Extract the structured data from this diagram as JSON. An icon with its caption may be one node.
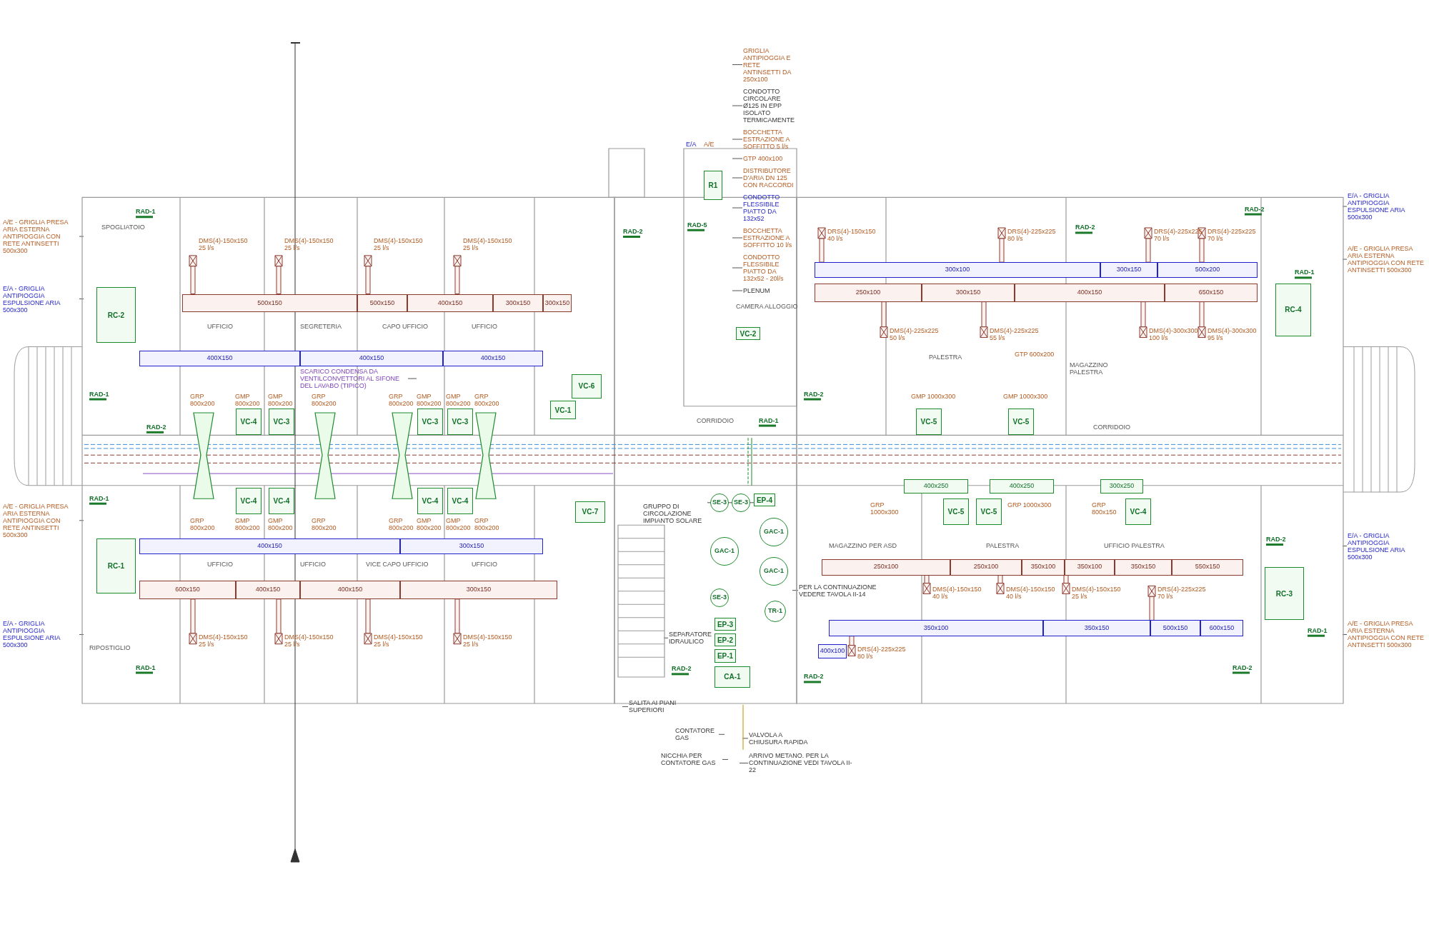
{
  "diagram": {
    "nodes": [
      {
        "text": [
          "RC-2"
        ]
      },
      {
        "text": [
          "RC-1"
        ]
      },
      {
        "text": [
          "VC-4"
        ]
      },
      {
        "text": [
          "VC-3"
        ]
      },
      {
        "text": [
          "VC-4"
        ]
      },
      {
        "text": [
          "VC-4"
        ]
      },
      {
        "text": [
          "VC-3"
        ]
      },
      {
        "text": [
          "VC-3"
        ]
      },
      {
        "text": [
          "VC-4"
        ]
      },
      {
        "text": [
          "VC-4"
        ]
      },
      {
        "text": [
          "VC-6"
        ]
      },
      {
        "text": [
          "VC-1"
        ]
      },
      {
        "text": [
          "VC-7"
        ]
      },
      {
        "text": [
          "R1"
        ]
      },
      {
        "text": [
          "VC-2"
        ]
      },
      {
        "text": [
          "RC-4"
        ]
      },
      {
        "text": [
          "RC-3"
        ]
      },
      {
        "text": [
          "VC-5"
        ]
      },
      {
        "text": [
          "VC-5"
        ]
      },
      {
        "text": [
          "VC-5"
        ]
      },
      {
        "text": [
          "VC-5"
        ]
      },
      {
        "text": [
          "VC-4"
        ]
      },
      {
        "text": [
          "GAC-1"
        ]
      },
      {
        "text": [
          "GAC-1"
        ]
      },
      {
        "text": [
          "GAC-1"
        ]
      },
      {
        "text": [
          "SE-3"
        ]
      },
      {
        "text": [
          "SE-3"
        ]
      },
      {
        "text": [
          "SE-3"
        ]
      },
      {
        "text": [
          "EP-4"
        ]
      },
      {
        "text": [
          "EP-3"
        ]
      },
      {
        "text": [
          "EP-2"
        ]
      },
      {
        "text": [
          "EP-1"
        ]
      },
      {
        "text": [
          "CA-1"
        ]
      },
      {
        "text": [
          "TR-1"
        ]
      },
      {
        "text": [
          "GRIGLIA ANTIPIOGGIA E RETE ANTINSETTI DA 250x100"
        ]
      },
      {
        "text": [
          "CONDOTTO CIRCOLARE Ø125 IN EPP ISOLATO TERMICAMENTE"
        ]
      },
      {
        "text": [
          "BOCCHETTA ESTRAZIONE A SOFFITTO 5 l/s"
        ]
      },
      {
        "text": [
          "GTP 400x100"
        ]
      },
      {
        "text": [
          "DISTRIBUTORE D'ARIA DN 125 CON RACCORDI"
        ]
      },
      {
        "text": [
          "CONDOTTO FLESSIBILE PIATTO DA 132x52"
        ]
      },
      {
        "text": [
          "BOCCHETTA ESTRAZIONE A SOFFITTO 10 l/s"
        ]
      },
      {
        "text": [
          "CONDOTTO FLESSIBILE PIATTO DA 132x52 - 20l/s"
        ]
      },
      {
        "text": [
          "PLENUM"
        ]
      },
      {
        "text": [
          "GRUPPO DI CIRCOLAZIONE IMPIANTO SOLARE"
        ]
      },
      {
        "text": [
          "PER LA CONTINUAZIONE VEDERE TAVOLA II-14"
        ]
      },
      {
        "text": [
          "SEPARATORE IDRAULICO"
        ]
      },
      {
        "text": [
          "SALITA AI PIANI SUPERIORI"
        ]
      },
      {
        "text": [
          "CONTATORE GAS"
        ]
      },
      {
        "text": [
          "NICCHIA PER CONTATORE GAS"
        ]
      },
      {
        "text": [
          "VALVOLA A CHIUSURA RAPIDA"
        ]
      },
      {
        "text": [
          "ARRIVO METANO. PER LA CONTINUAZIONE VEDI TAVOLA II-22"
        ]
      },
      {
        "text": [
          "SCARICO CONDENSA DA VENTILCONVETTORI AL SIFONE DEL LAVABO (TIPICO)"
        ]
      },
      {
        "text": [
          "A/E - GRIGLIA PRESA ARIA ESTERNA ANTIPIOGGIA CON RETE ANTINSETTI 500x300"
        ]
      },
      {
        "text": [
          "E/A - GRIGLIA ANTIPIOGGIA ESPULSIONE ARIA 500x300"
        ]
      },
      {
        "text": [
          "A/E - GRIGLIA PRESA ARIA ESTERNA ANTIPIOGGIA CON RETE ANTINSETTI 500x300"
        ]
      },
      {
        "text": [
          "E/A - GRIGLIA ANTIPIOGGIA ESPULSIONE ARIA 500x300"
        ]
      },
      {
        "text": [
          "E/A - GRIGLIA ANTIPIOGGIA ESPULSIONE ARIA 500x300"
        ]
      },
      {
        "text": [
          "A/E - GRIGLIA PRESA ARIA ESTERNA ANTIPIOGGIA CON RETE ANTINSETTI 500x300"
        ]
      },
      {
        "text": [
          "E/A - GRIGLIA ANTIPIOGGIA ESPULSIONE ARIA 500x300"
        ]
      },
      {
        "text": [
          "A/E - GRIGLIA PRESA ARIA ESTERNA ANTIPIOGGIA CON RETE ANTINSETTI 500x300"
        ]
      },
      {
        "text": [
          "500x150"
        ]
      },
      {
        "text": [
          "500x150"
        ]
      },
      {
        "text": [
          "400x150"
        ]
      },
      {
        "text": [
          "300x150"
        ]
      },
      {
        "text": [
          "300x150"
        ]
      },
      {
        "text": [
          "400X150"
        ]
      },
      {
        "text": [
          "400x150"
        ]
      },
      {
        "text": [
          "400x150"
        ]
      },
      {
        "text": [
          "400x150"
        ]
      },
      {
        "text": [
          "300x150"
        ]
      },
      {
        "text": [
          "600x150"
        ]
      },
      {
        "text": [
          "400x150"
        ]
      },
      {
        "text": [
          "400x150"
        ]
      },
      {
        "text": [
          "300x150"
        ]
      },
      {
        "text": [
          "300x100"
        ]
      },
      {
        "text": [
          "300x150"
        ]
      },
      {
        "text": [
          "500x200"
        ]
      },
      {
        "text": [
          "250x100"
        ]
      },
      {
        "text": [
          "300x150"
        ]
      },
      {
        "text": [
          "400x150"
        ]
      },
      {
        "text": [
          "650x150"
        ]
      },
      {
        "text": [
          "250x100"
        ]
      },
      {
        "text": [
          "250x100"
        ]
      },
      {
        "text": [
          "350x100"
        ]
      },
      {
        "text": [
          "350x100"
        ]
      },
      {
        "text": [
          "350x150"
        ]
      },
      {
        "text": [
          "550x150"
        ]
      },
      {
        "text": [
          "350x100"
        ]
      },
      {
        "text": [
          "350x150"
        ]
      },
      {
        "text": [
          "500x150"
        ]
      },
      {
        "text": [
          "600x150"
        ]
      },
      {
        "text": [
          "400x100"
        ]
      },
      {
        "text": [
          "400x250"
        ]
      },
      {
        "text": [
          "400x250"
        ]
      },
      {
        "text": [
          "300x250"
        ]
      }
    ],
    "edges": [
      {
        "from": 34,
        "to": null,
        "arrow": "none"
      },
      {
        "from": 35,
        "to": null,
        "arrow": "none"
      },
      {
        "from": 36,
        "to": null,
        "arrow": "none"
      },
      {
        "from": 37,
        "to": null,
        "arrow": "none"
      },
      {
        "from": 38,
        "to": null,
        "arrow": "none"
      },
      {
        "from": 39,
        "to": null,
        "arrow": "none"
      },
      {
        "from": 40,
        "to": null,
        "arrow": "none"
      },
      {
        "from": 41,
        "to": null,
        "arrow": "none"
      },
      {
        "from": 42,
        "to": null,
        "arrow": "none"
      },
      {
        "from": 43,
        "to": 28,
        "arrow": "none"
      },
      {
        "from": 44,
        "to": null,
        "arrow": "none"
      },
      {
        "from": 45,
        "to": null,
        "arrow": "none"
      },
      {
        "from": 46,
        "to": null,
        "arrow": "none"
      },
      {
        "from": 47,
        "to": null,
        "arrow": "none"
      },
      {
        "from": 48,
        "to": null,
        "arrow": "none"
      },
      {
        "from": 49,
        "to": null,
        "arrow": "none"
      },
      {
        "from": 50,
        "to": null,
        "arrow": "none"
      },
      {
        "from": 51,
        "to": null,
        "arrow": "none"
      },
      {
        "from": 52,
        "to": null,
        "arrow": "none"
      },
      {
        "from": 53,
        "to": null,
        "arrow": "none"
      },
      {
        "from": 54,
        "to": null,
        "arrow": "none"
      },
      {
        "from": 55,
        "to": null,
        "arrow": "none"
      },
      {
        "from": 56,
        "to": null,
        "arrow": "none"
      },
      {
        "from": 57,
        "to": null,
        "arrow": "none"
      },
      {
        "from": 58,
        "to": null,
        "arrow": "none"
      },
      {
        "from": 59,
        "to": null,
        "arrow": "none"
      }
    ],
    "labels": [
      "SPOGLIATOIO",
      "RAD-1",
      "RAD-1",
      "RAD-2",
      "RAD-1",
      "RIPOSTIGLIO",
      "RAD-1",
      "DMS(4)-150x150 25 l/s",
      "DMS(4)-150x150 25 l/s",
      "DMS(4)-150x150 25 l/s",
      "DMS(4)-150x150 25 l/s",
      "UFFICIO",
      "SEGRETERIA",
      "CAPO UFFICIO",
      "UFFICIO",
      "GRP 800x200",
      "GMP 800x200",
      "GMP 800x200",
      "GRP 800x200",
      "GRP 800x200",
      "GMP 800x200",
      "GMP 800x200",
      "GRP 800x200",
      "GRP 800x200",
      "GMP 800x200",
      "GMP 800x200",
      "GRP 800x200",
      "GRP 800x200",
      "GMP 800x200",
      "GMP 800x200",
      "GRP 800x200",
      "UFFICIO",
      "UFFICIO",
      "VICE CAPO UFFICIO",
      "UFFICIO",
      "DMS(4)-150x150 25 l/s",
      "DMS(4)-150x150 25 l/s",
      "DMS(4)-150x150 25 l/s",
      "DMS(4)-150x150 25 l/s",
      "RAD-2",
      "E/A",
      "A/E",
      "RAD-5",
      "CAMERA ALLOGGIO",
      "CORRIDOIO",
      "RAD-1",
      "RAD-2",
      "RAD-2",
      "RAD-2",
      "DRS(4)-150x150 40 l/s",
      "DRS(4)-225x225 80 l/s",
      "RAD-2",
      "DRS(4)-225x225 70 l/s",
      "DRS(4)-225x225 70 l/s",
      "RAD-2",
      "RAD-1",
      "DMS(4)-225x225 50 l/s",
      "DMS(4)-225x225 55 l/s",
      "PALESTRA",
      "GTP 600x200",
      "MAGAZZINO PALESTRA",
      "DMS(4)-300x300 100 l/s",
      "DMS(4)-300x300 95 l/s",
      "GMP 1000x300",
      "GMP 1000x300",
      "CORRIDOIO",
      "GRP 1000x300",
      "GRP 1000x300",
      "GRP 800x150",
      "MAGAZZINO PER ASD",
      "PALESTRA",
      "UFFICIO PALESTRA",
      "DMS(4)-150x150 40 l/s",
      "DMS(4)-150x150 40 l/s",
      "DMS(4)-150x150 25 l/s",
      "DRS(4)-225x225 70 l/s",
      "DRS(4)-225x225 80 l/s",
      "RAD-2",
      "RAD-1",
      "RAD-2"
    ]
  }
}
